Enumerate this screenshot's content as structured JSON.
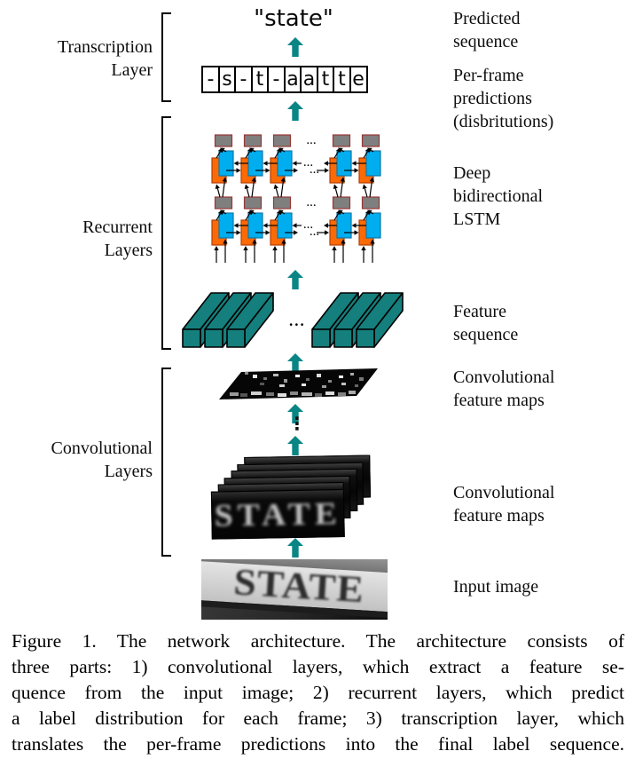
{
  "figure": {
    "predicted_word": "\"state\"",
    "frame_chars": [
      "-",
      "s",
      "-",
      "t",
      "-",
      "a",
      "a",
      "t",
      "t",
      "e"
    ],
    "dots_h": "...",
    "dots_v": "⋮",
    "conv_word": "STATE",
    "input_word": "STATE",
    "left_labels": {
      "transcription": [
        "Transcription",
        "Layer"
      ],
      "recurrent": [
        "Recurrent",
        "Layers"
      ],
      "convolutional": [
        "Convolutional",
        "Layers"
      ]
    },
    "right_labels": {
      "predicted": [
        "Predicted",
        "sequence"
      ],
      "per_frame": [
        "Per-frame",
        "predictions",
        "(disbritutions)"
      ],
      "lstm": [
        "Deep",
        "bidirectional",
        "LSTM"
      ],
      "feature": [
        "Feature",
        "sequence"
      ],
      "conv_top": [
        "Convolutional",
        "feature maps"
      ],
      "conv_bottom": [
        "Convolutional",
        "feature maps"
      ],
      "input": [
        "Input image"
      ]
    },
    "colors": {
      "arrow_teal": "#0A8585",
      "lstm_forward_orange": "#FB6A04",
      "lstm_backward_cyan": "#00AEEF",
      "output_gray": "#7F7F7F",
      "output_box_border": "#953735",
      "feature_bar_teal": "#157F7D"
    }
  },
  "caption": {
    "label": "Figure 1.",
    "lines": [
      "Figure 1. The network architecture.  The architecture consists of",
      "three parts:  1) convolutional layers, which extract a feature se-",
      "quence from the input image; 2) recurrent layers, which predict",
      "a label distribution for each frame; 3) transcription layer, which",
      "translates the per-frame predictions into the final label sequence."
    ]
  }
}
